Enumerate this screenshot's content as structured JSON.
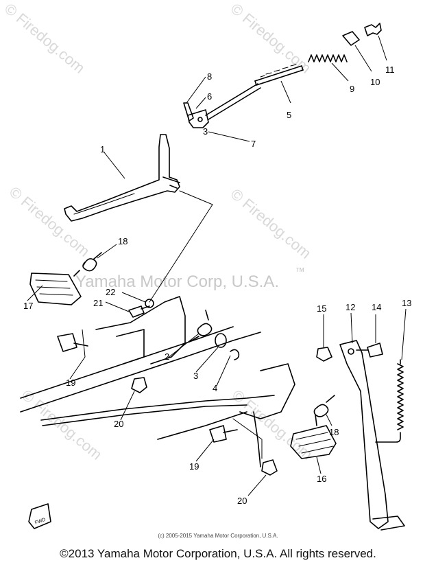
{
  "watermark": {
    "site": "© Firedog.com",
    "company": "Yamaha Motor Corp, U.S.A.",
    "tm": "TM"
  },
  "fwd_label": "FWD",
  "callouts": {
    "c1": "1",
    "c2": "2",
    "c3a": "3",
    "c3b": "3",
    "c4": "4",
    "c5": "5",
    "c6": "6",
    "c7": "7",
    "c8": "8",
    "c9": "9",
    "c10": "10",
    "c11": "11",
    "c12": "12",
    "c13": "13",
    "c14": "14",
    "c15": "15",
    "c16": "16",
    "c17": "17",
    "c18a": "18",
    "c18b": "18",
    "c19a": "19",
    "c19b": "19",
    "c20a": "20",
    "c20b": "20",
    "c21": "21",
    "c22": "22"
  },
  "small_copyright": "(c) 2005-2015 Yamaha Motor Corporation, U.S.A.",
  "footer_copyright": "©2013 Yamaha Motor Corporation, U.S.A. All rights reserved."
}
